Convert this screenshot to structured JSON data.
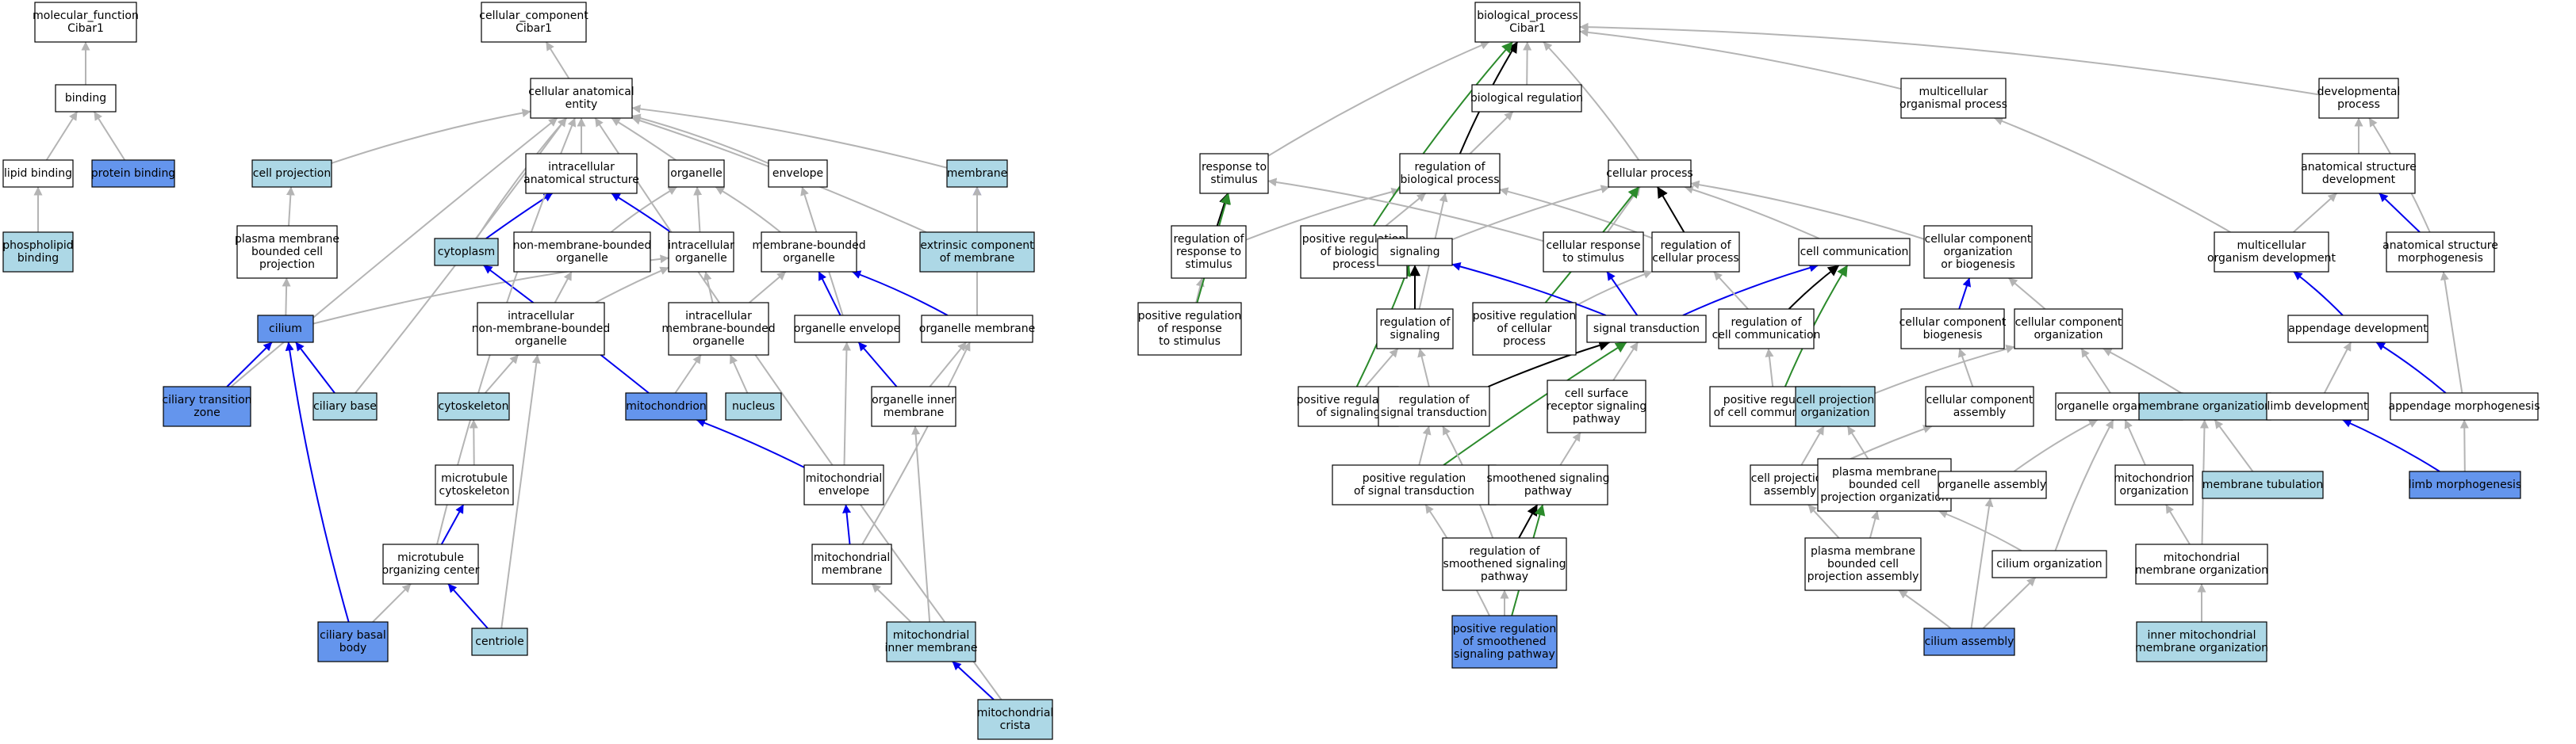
{
  "colors": {
    "plain": "#ffffff",
    "light": "#add8e6",
    "dark": "#6495ed",
    "is_a": "#b4b4b4",
    "part_of": "#0000ee",
    "regulates": "#000000",
    "positively_regulates": "#2b8a2b"
  },
  "nodes": [
    {
      "id": "mf",
      "lines": [
        "molecular_function",
        "Cibar1"
      ],
      "style": "plain"
    },
    {
      "id": "binding",
      "lines": [
        "binding"
      ],
      "style": "plain"
    },
    {
      "id": "lipidb",
      "lines": [
        "lipid binding"
      ],
      "style": "plain"
    },
    {
      "id": "proteinb",
      "lines": [
        "protein binding"
      ],
      "style": "dark"
    },
    {
      "id": "phosb",
      "lines": [
        "phospholipid",
        "binding"
      ],
      "style": "light"
    },
    {
      "id": "cc",
      "lines": [
        "cellular_component",
        "Cibar1"
      ],
      "style": "plain"
    },
    {
      "id": "cae",
      "lines": [
        "cellular anatomical",
        "entity"
      ],
      "style": "plain"
    },
    {
      "id": "cellproj",
      "lines": [
        "cell projection"
      ],
      "style": "light"
    },
    {
      "id": "ias",
      "lines": [
        "intracellular",
        "anatomical structure"
      ],
      "style": "plain"
    },
    {
      "id": "organelle",
      "lines": [
        "organelle"
      ],
      "style": "plain"
    },
    {
      "id": "envelope",
      "lines": [
        "envelope"
      ],
      "style": "plain"
    },
    {
      "id": "membrane",
      "lines": [
        "membrane"
      ],
      "style": "light"
    },
    {
      "id": "pmbcp",
      "lines": [
        "plasma membrane",
        "bounded cell",
        "projection"
      ],
      "style": "plain"
    },
    {
      "id": "cytoplasm",
      "lines": [
        "cytoplasm"
      ],
      "style": "light"
    },
    {
      "id": "nmbo",
      "lines": [
        "non-membrane-bounded",
        "organelle"
      ],
      "style": "plain"
    },
    {
      "id": "io",
      "lines": [
        "intracellular",
        "organelle"
      ],
      "style": "plain"
    },
    {
      "id": "mbo",
      "lines": [
        "membrane-bounded",
        "organelle"
      ],
      "style": "plain"
    },
    {
      "id": "ecm",
      "lines": [
        "extrinsic component",
        "of membrane"
      ],
      "style": "light"
    },
    {
      "id": "cilium",
      "lines": [
        "cilium"
      ],
      "style": "dark"
    },
    {
      "id": "inmbo",
      "lines": [
        "intracellular",
        "non-membrane-bounded",
        "organelle"
      ],
      "style": "plain"
    },
    {
      "id": "imbo",
      "lines": [
        "intracellular",
        "membrane-bounded",
        "organelle"
      ],
      "style": "plain"
    },
    {
      "id": "orgenv",
      "lines": [
        "organelle envelope"
      ],
      "style": "plain"
    },
    {
      "id": "orgmem",
      "lines": [
        "organelle membrane"
      ],
      "style": "plain"
    },
    {
      "id": "ctz",
      "lines": [
        "ciliary transition",
        "zone"
      ],
      "style": "dark"
    },
    {
      "id": "cbase",
      "lines": [
        "ciliary base"
      ],
      "style": "light"
    },
    {
      "id": "cytoskeleton",
      "lines": [
        "cytoskeleton"
      ],
      "style": "light"
    },
    {
      "id": "mito",
      "lines": [
        "mitochondrion"
      ],
      "style": "dark"
    },
    {
      "id": "nucleus",
      "lines": [
        "nucleus"
      ],
      "style": "light"
    },
    {
      "id": "oim",
      "lines": [
        "organelle inner",
        "membrane"
      ],
      "style": "plain"
    },
    {
      "id": "mtc",
      "lines": [
        "microtubule",
        "cytoskeleton"
      ],
      "style": "plain"
    },
    {
      "id": "mitoenv",
      "lines": [
        "mitochondrial",
        "envelope"
      ],
      "style": "plain"
    },
    {
      "id": "mtoc",
      "lines": [
        "microtubule",
        "organizing center"
      ],
      "style": "plain"
    },
    {
      "id": "mitomem",
      "lines": [
        "mitochondrial",
        "membrane"
      ],
      "style": "plain"
    },
    {
      "id": "cbb",
      "lines": [
        "ciliary basal",
        "body"
      ],
      "style": "dark"
    },
    {
      "id": "centriole",
      "lines": [
        "centriole"
      ],
      "style": "light"
    },
    {
      "id": "mim",
      "lines": [
        "mitochondrial",
        "inner membrane"
      ],
      "style": "light"
    },
    {
      "id": "crista",
      "lines": [
        "mitochondrial",
        "crista"
      ],
      "style": "light"
    },
    {
      "id": "bp",
      "lines": [
        "biological_process",
        "Cibar1"
      ],
      "style": "plain"
    },
    {
      "id": "breg",
      "lines": [
        "biological regulation"
      ],
      "style": "plain"
    },
    {
      "id": "mop",
      "lines": [
        "multicellular",
        "organismal process"
      ],
      "style": "plain"
    },
    {
      "id": "devp",
      "lines": [
        "developmental",
        "process"
      ],
      "style": "plain"
    },
    {
      "id": "rts",
      "lines": [
        "response to",
        "stimulus"
      ],
      "style": "plain"
    },
    {
      "id": "rbp",
      "lines": [
        "regulation of",
        "biological process"
      ],
      "style": "plain"
    },
    {
      "id": "cellproc",
      "lines": [
        "cellular process"
      ],
      "style": "plain"
    },
    {
      "id": "asd",
      "lines": [
        "anatomical structure",
        "development"
      ],
      "style": "plain"
    },
    {
      "id": "rrts",
      "lines": [
        "regulation of",
        "response to",
        "stimulus"
      ],
      "style": "plain"
    },
    {
      "id": "prbp",
      "lines": [
        "positive regulation",
        "of biological",
        "process"
      ],
      "style": "plain"
    },
    {
      "id": "signaling",
      "lines": [
        "signaling"
      ],
      "style": "plain"
    },
    {
      "id": "crs",
      "lines": [
        "cellular response",
        "to stimulus"
      ],
      "style": "plain"
    },
    {
      "id": "rcp",
      "lines": [
        "regulation of",
        "cellular process"
      ],
      "style": "plain"
    },
    {
      "id": "cellcomm",
      "lines": [
        "cell communication"
      ],
      "style": "plain"
    },
    {
      "id": "ccob",
      "lines": [
        "cellular component",
        "organization",
        "or biogenesis"
      ],
      "style": "plain"
    },
    {
      "id": "mod",
      "lines": [
        "multicellular",
        "organism development"
      ],
      "style": "plain"
    },
    {
      "id": "asm",
      "lines": [
        "anatomical structure",
        "morphogenesis"
      ],
      "style": "plain"
    },
    {
      "id": "prrts",
      "lines": [
        "positive regulation",
        "of response",
        "to stimulus"
      ],
      "style": "plain"
    },
    {
      "id": "rsig",
      "lines": [
        "regulation of",
        "signaling"
      ],
      "style": "plain"
    },
    {
      "id": "prcp",
      "lines": [
        "positive regulation",
        "of cellular",
        "process"
      ],
      "style": "plain"
    },
    {
      "id": "st",
      "lines": [
        "signal transduction"
      ],
      "style": "plain"
    },
    {
      "id": "rcc",
      "lines": [
        "regulation of",
        "cell communication"
      ],
      "style": "plain"
    },
    {
      "id": "ccb",
      "lines": [
        "cellular component",
        "biogenesis"
      ],
      "style": "plain"
    },
    {
      "id": "cco",
      "lines": [
        "cellular component",
        "organization"
      ],
      "style": "plain"
    },
    {
      "id": "appdev",
      "lines": [
        "appendage development"
      ],
      "style": "plain"
    },
    {
      "id": "prsig",
      "lines": [
        "positive regulation",
        "of signaling"
      ],
      "style": "plain"
    },
    {
      "id": "rst",
      "lines": [
        "regulation of",
        "signal transduction"
      ],
      "style": "plain"
    },
    {
      "id": "csrsp",
      "lines": [
        "cell surface",
        "receptor signaling",
        "pathway"
      ],
      "style": "plain"
    },
    {
      "id": "prcc",
      "lines": [
        "positive regulation",
        "of cell communication"
      ],
      "style": "plain"
    },
    {
      "id": "cpo",
      "lines": [
        "cell projection",
        "organization"
      ],
      "style": "light"
    },
    {
      "id": "cca",
      "lines": [
        "cellular component",
        "assembly"
      ],
      "style": "plain"
    },
    {
      "id": "orgorg",
      "lines": [
        "organelle organization"
      ],
      "style": "plain"
    },
    {
      "id": "memorg",
      "lines": [
        "membrane organization"
      ],
      "style": "light"
    },
    {
      "id": "limbdev",
      "lines": [
        "limb development"
      ],
      "style": "plain"
    },
    {
      "id": "appmorph",
      "lines": [
        "appendage morphogenesis"
      ],
      "style": "plain"
    },
    {
      "id": "prst",
      "lines": [
        "positive regulation",
        "of signal transduction"
      ],
      "style": "plain"
    },
    {
      "id": "ssp",
      "lines": [
        "smoothened signaling",
        "pathway"
      ],
      "style": "plain"
    },
    {
      "id": "cpa",
      "lines": [
        "cell projection",
        "assembly"
      ],
      "style": "plain"
    },
    {
      "id": "pmbcpo",
      "lines": [
        "plasma membrane",
        "bounded cell",
        "projection organization"
      ],
      "style": "plain"
    },
    {
      "id": "orgasm",
      "lines": [
        "organelle assembly"
      ],
      "style": "plain"
    },
    {
      "id": "mitoorg",
      "lines": [
        "mitochondrion",
        "organization"
      ],
      "style": "plain"
    },
    {
      "id": "memtub",
      "lines": [
        "membrane tubulation"
      ],
      "style": "light"
    },
    {
      "id": "limbmorph",
      "lines": [
        "limb morphogenesis"
      ],
      "style": "dark"
    },
    {
      "id": "rssp",
      "lines": [
        "regulation of",
        "smoothened signaling",
        "pathway"
      ],
      "style": "plain"
    },
    {
      "id": "pmbcpa",
      "lines": [
        "plasma membrane",
        "bounded cell",
        "projection assembly"
      ],
      "style": "plain"
    },
    {
      "id": "ciliumorg",
      "lines": [
        "cilium organization"
      ],
      "style": "plain"
    },
    {
      "id": "mmo",
      "lines": [
        "mitochondrial",
        "membrane organization"
      ],
      "style": "plain"
    },
    {
      "id": "prssp",
      "lines": [
        "positive regulation",
        "of smoothened",
        "signaling pathway"
      ],
      "style": "dark"
    },
    {
      "id": "ciliumasm",
      "lines": [
        "cilium assembly"
      ],
      "style": "dark"
    },
    {
      "id": "immo",
      "lines": [
        "inner mitochondrial",
        "membrane organization"
      ],
      "style": "light"
    }
  ],
  "edges": [
    [
      "binding",
      "mf",
      "is_a"
    ],
    [
      "lipidb",
      "binding",
      "is_a"
    ],
    [
      "proteinb",
      "binding",
      "is_a"
    ],
    [
      "phosb",
      "lipidb",
      "is_a"
    ],
    [
      "cae",
      "cc",
      "is_a"
    ],
    [
      "cellproj",
      "cae",
      "is_a"
    ],
    [
      "ias",
      "cae",
      "is_a"
    ],
    [
      "organelle",
      "cae",
      "is_a"
    ],
    [
      "envelope",
      "cae",
      "is_a"
    ],
    [
      "membrane",
      "cae",
      "is_a"
    ],
    [
      "pmbcp",
      "cellproj",
      "is_a"
    ],
    [
      "cytoplasm",
      "cae",
      "is_a"
    ],
    [
      "cytoplasm",
      "ias",
      "part_of"
    ],
    [
      "nmbo",
      "organelle",
      "is_a"
    ],
    [
      "io",
      "organelle",
      "is_a"
    ],
    [
      "io",
      "ias",
      "part_of"
    ],
    [
      "mbo",
      "organelle",
      "is_a"
    ],
    [
      "ecm",
      "cae",
      "is_a"
    ],
    [
      "ecm",
      "membrane",
      "part_of"
    ],
    [
      "cilium",
      "pmbcp",
      "is_a"
    ],
    [
      "cilium",
      "io",
      "is_a"
    ],
    [
      "inmbo",
      "nmbo",
      "is_a"
    ],
    [
      "inmbo",
      "io",
      "is_a"
    ],
    [
      "imbo",
      "mbo",
      "is_a"
    ],
    [
      "imbo",
      "io",
      "is_a"
    ],
    [
      "orgenv",
      "envelope",
      "is_a"
    ],
    [
      "orgenv",
      "mbo",
      "part_of"
    ],
    [
      "orgmem",
      "membrane",
      "is_a"
    ],
    [
      "orgmem",
      "mbo",
      "part_of"
    ],
    [
      "ctz",
      "cilium",
      "part_of"
    ],
    [
      "ctz",
      "cae",
      "is_a"
    ],
    [
      "cbase",
      "cilium",
      "part_of"
    ],
    [
      "cbase",
      "cae",
      "is_a"
    ],
    [
      "cytoskeleton",
      "inmbo",
      "is_a"
    ],
    [
      "mito",
      "imbo",
      "is_a"
    ],
    [
      "mito",
      "cytoplasm",
      "part_of"
    ],
    [
      "nucleus",
      "imbo",
      "is_a"
    ],
    [
      "oim",
      "orgmem",
      "is_a"
    ],
    [
      "oim",
      "orgenv",
      "part_of"
    ],
    [
      "mtc",
      "cytoskeleton",
      "is_a"
    ],
    [
      "mitoenv",
      "orgenv",
      "is_a"
    ],
    [
      "mitoenv",
      "mito",
      "part_of"
    ],
    [
      "mtoc",
      "mtc",
      "part_of"
    ],
    [
      "mtoc",
      "cae",
      "is_a"
    ],
    [
      "mitomem",
      "orgmem",
      "is_a"
    ],
    [
      "mitomem",
      "mitoenv",
      "part_of"
    ],
    [
      "cbb",
      "mtoc",
      "is_a"
    ],
    [
      "cbb",
      "cilium",
      "part_of"
    ],
    [
      "centriole",
      "mtoc",
      "part_of"
    ],
    [
      "centriole",
      "inmbo",
      "is_a"
    ],
    [
      "mim",
      "mitomem",
      "is_a"
    ],
    [
      "mim",
      "oim",
      "is_a"
    ],
    [
      "crista",
      "mim",
      "part_of"
    ],
    [
      "crista",
      "cae",
      "is_a"
    ],
    [
      "breg",
      "bp",
      "is_a"
    ],
    [
      "mop",
      "bp",
      "is_a"
    ],
    [
      "devp",
      "bp",
      "is_a"
    ],
    [
      "rts",
      "bp",
      "is_a"
    ],
    [
      "rbp",
      "breg",
      "is_a"
    ],
    [
      "rbp",
      "bp",
      "regulates"
    ],
    [
      "cellproc",
      "bp",
      "is_a"
    ],
    [
      "asd",
      "devp",
      "is_a"
    ],
    [
      "rrts",
      "rbp",
      "is_a"
    ],
    [
      "rrts",
      "rts",
      "regulates"
    ],
    [
      "prbp",
      "rbp",
      "is_a"
    ],
    [
      "prbp",
      "bp",
      "positively_regulates"
    ],
    [
      "signaling",
      "cellproc",
      "is_a"
    ],
    [
      "crs",
      "rts",
      "is_a"
    ],
    [
      "crs",
      "cellproc",
      "is_a"
    ],
    [
      "rcp",
      "rbp",
      "is_a"
    ],
    [
      "rcp",
      "cellproc",
      "regulates"
    ],
    [
      "cellcomm",
      "cellproc",
      "is_a"
    ],
    [
      "ccob",
      "cellproc",
      "is_a"
    ],
    [
      "mod",
      "asd",
      "is_a"
    ],
    [
      "mod",
      "mop",
      "is_a"
    ],
    [
      "asm",
      "asd",
      "part_of"
    ],
    [
      "asm",
      "devp",
      "is_a"
    ],
    [
      "prrts",
      "rrts",
      "is_a"
    ],
    [
      "prrts",
      "rts",
      "positively_regulates"
    ],
    [
      "rsig",
      "rbp",
      "is_a"
    ],
    [
      "rsig",
      "signaling",
      "regulates"
    ],
    [
      "prcp",
      "rcp",
      "is_a"
    ],
    [
      "prcp",
      "cellproc",
      "positively_regulates"
    ],
    [
      "st",
      "signaling",
      "part_of"
    ],
    [
      "st",
      "crs",
      "part_of"
    ],
    [
      "st",
      "cellcomm",
      "part_of"
    ],
    [
      "rcc",
      "rcp",
      "is_a"
    ],
    [
      "rcc",
      "cellcomm",
      "regulates"
    ],
    [
      "ccb",
      "ccob",
      "part_of"
    ],
    [
      "cco",
      "ccob",
      "is_a"
    ],
    [
      "appdev",
      "mod",
      "part_of"
    ],
    [
      "prsig",
      "rsig",
      "is_a"
    ],
    [
      "prsig",
      "signaling",
      "positively_regulates"
    ],
    [
      "rst",
      "rsig",
      "is_a"
    ],
    [
      "rst",
      "st",
      "regulates"
    ],
    [
      "csrsp",
      "st",
      "is_a"
    ],
    [
      "prcc",
      "rcc",
      "is_a"
    ],
    [
      "prcc",
      "cellcomm",
      "positively_regulates"
    ],
    [
      "cpo",
      "cco",
      "is_a"
    ],
    [
      "cca",
      "ccb",
      "is_a"
    ],
    [
      "orgorg",
      "cco",
      "is_a"
    ],
    [
      "memorg",
      "cco",
      "is_a"
    ],
    [
      "limbdev",
      "appdev",
      "is_a"
    ],
    [
      "appmorph",
      "asm",
      "is_a"
    ],
    [
      "appmorph",
      "appdev",
      "part_of"
    ],
    [
      "prst",
      "rst",
      "is_a"
    ],
    [
      "prst",
      "st",
      "positively_regulates"
    ],
    [
      "ssp",
      "csrsp",
      "is_a"
    ],
    [
      "cpa",
      "cca",
      "is_a"
    ],
    [
      "cpa",
      "cpo",
      "is_a"
    ],
    [
      "pmbcpo",
      "cpo",
      "is_a"
    ],
    [
      "orgasm",
      "orgorg",
      "is_a"
    ],
    [
      "mitoorg",
      "orgorg",
      "is_a"
    ],
    [
      "memtub",
      "memorg",
      "is_a"
    ],
    [
      "limbmorph",
      "limbdev",
      "part_of"
    ],
    [
      "limbmorph",
      "appmorph",
      "is_a"
    ],
    [
      "rssp",
      "rst",
      "is_a"
    ],
    [
      "rssp",
      "ssp",
      "regulates"
    ],
    [
      "pmbcpa",
      "cpa",
      "is_a"
    ],
    [
      "pmbcpa",
      "pmbcpo",
      "is_a"
    ],
    [
      "ciliumorg",
      "pmbcpo",
      "is_a"
    ],
    [
      "ciliumorg",
      "orgorg",
      "is_a"
    ],
    [
      "mmo",
      "memorg",
      "is_a"
    ],
    [
      "mmo",
      "mitoorg",
      "is_a"
    ],
    [
      "prssp",
      "prst",
      "is_a"
    ],
    [
      "prssp",
      "rssp",
      "is_a"
    ],
    [
      "prssp",
      "ssp",
      "positively_regulates"
    ],
    [
      "ciliumasm",
      "pmbcpa",
      "is_a"
    ],
    [
      "ciliumasm",
      "ciliumorg",
      "is_a"
    ],
    [
      "ciliumasm",
      "orgasm",
      "is_a"
    ],
    [
      "immo",
      "mmo",
      "is_a"
    ]
  ]
}
